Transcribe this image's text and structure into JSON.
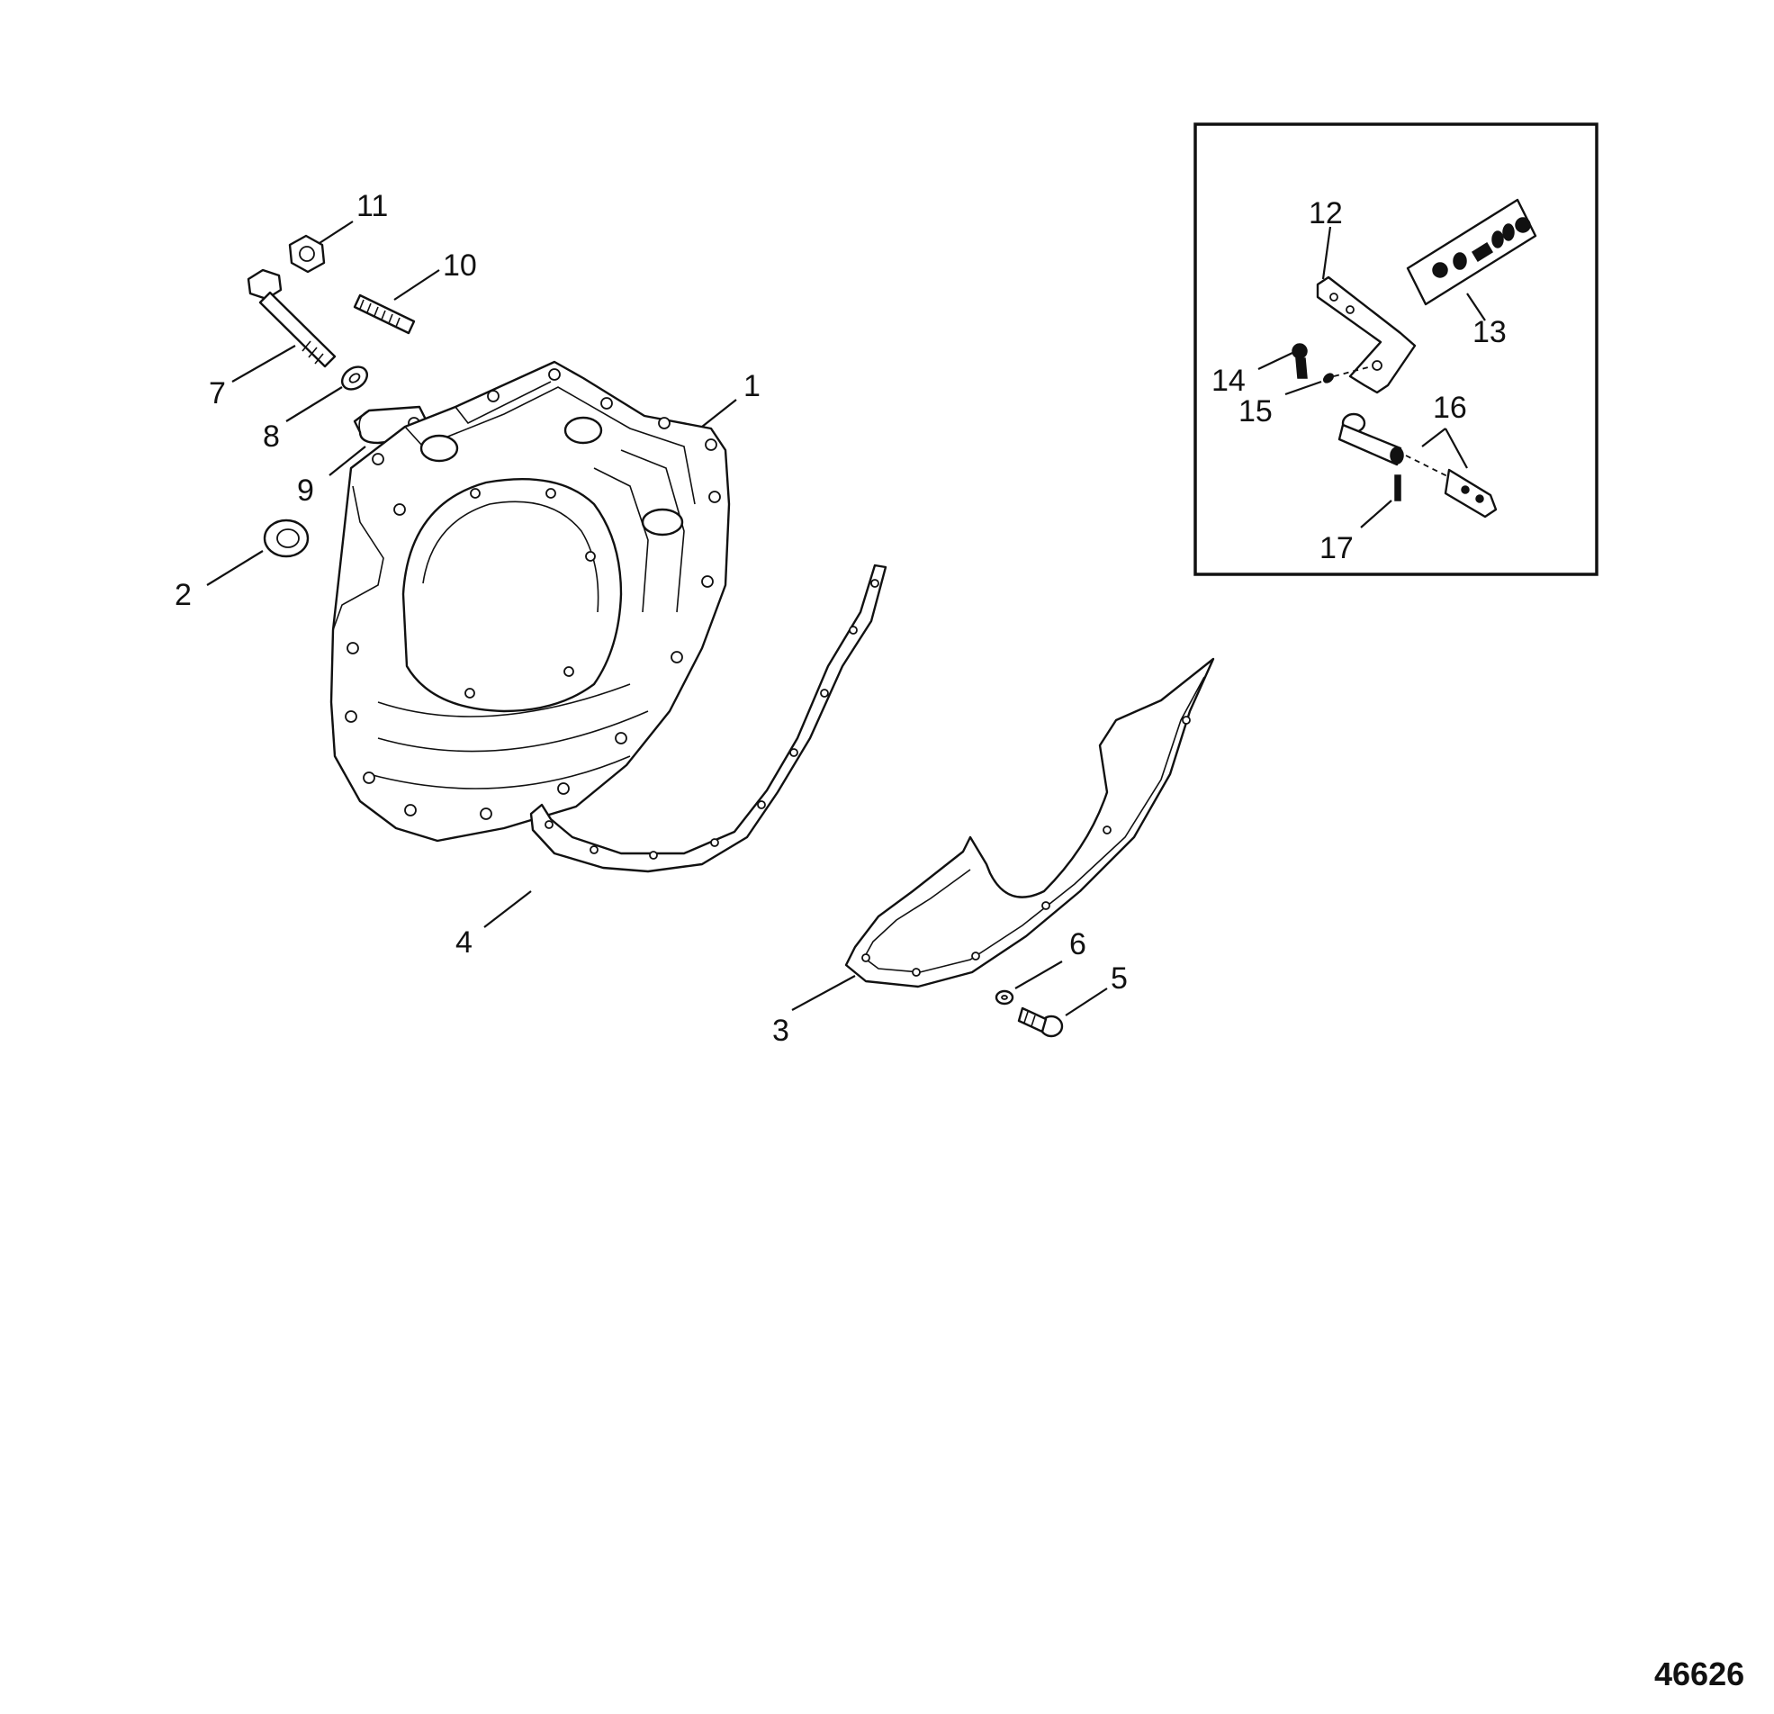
{
  "figure": {
    "number": "46626"
  },
  "callouts": {
    "c1": "1",
    "c2": "2",
    "c3": "3",
    "c4": "4",
    "c5": "5",
    "c6": "6",
    "c7": "7",
    "c8": "8",
    "c9": "9",
    "c10": "10",
    "c11": "11",
    "c12": "12",
    "c13": "13",
    "c14": "14",
    "c15": "15",
    "c16": "16",
    "c17": "17"
  }
}
